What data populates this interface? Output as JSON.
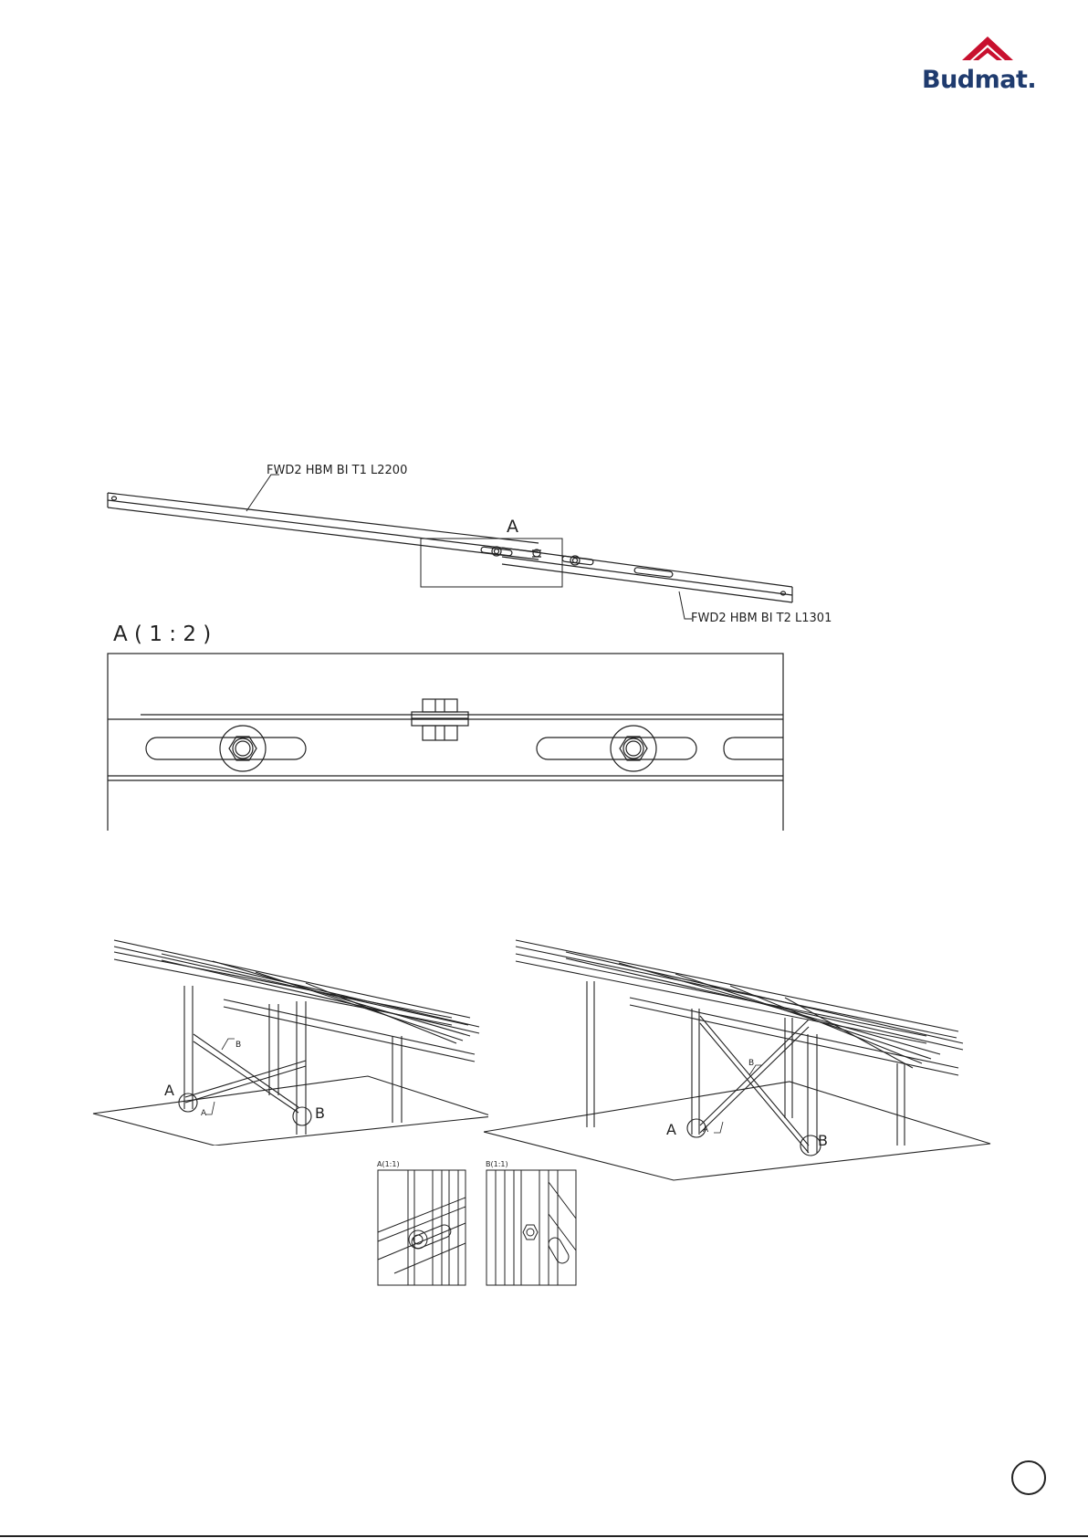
{
  "brand": {
    "name": "Budmat.",
    "accent_color": "#c8102e",
    "text_color": "#1f3b6e",
    "icon": "roof-chevron-icon"
  },
  "beam_diagram": {
    "part_top_label": "FWD2 HBM BI T1 L2200",
    "part_bottom_label": "FWD2 HBM BI T2 L1301",
    "callout_label": "A"
  },
  "detail_view": {
    "title": "A ( 1 : 2 )"
  },
  "mounting_frames": {
    "callout_a": "A",
    "callout_b": "B",
    "brace_a": "A",
    "brace_b": "B",
    "inset_a_title": "A(1:1)",
    "inset_b_title": "B(1:1)"
  }
}
